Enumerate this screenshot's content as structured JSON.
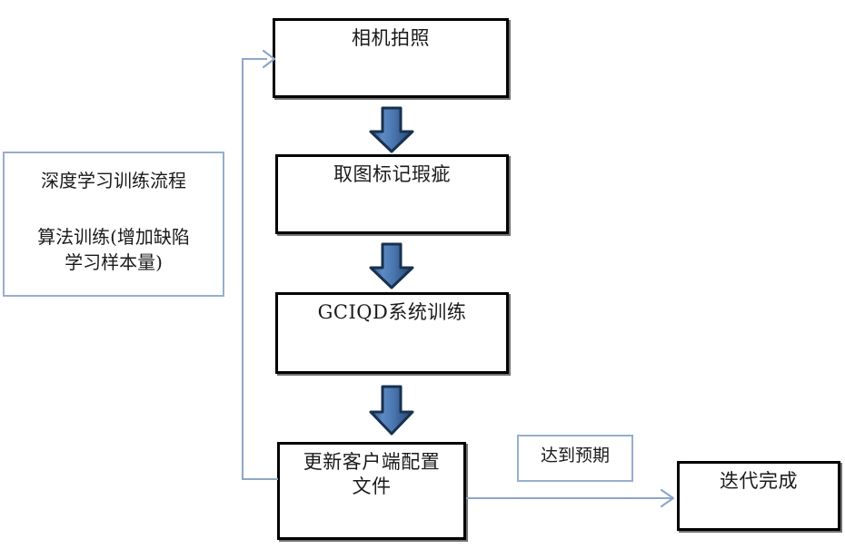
{
  "diagram": {
    "title_note": {
      "line1": "深度学习训练流程",
      "line2": "算法训练(增加缺陷\n学习样本量)"
    },
    "nodes": [
      {
        "id": "camera",
        "label": "相机拍照"
      },
      {
        "id": "annotate",
        "label": "取图标记瑕疵"
      },
      {
        "id": "train",
        "label": "GCIQD系统训练"
      },
      {
        "id": "update",
        "label": "更新客户端配置\n文件"
      },
      {
        "id": "done",
        "label": "迭代完成"
      }
    ],
    "edge_labels": [
      {
        "id": "expected",
        "label": "达到预期"
      }
    ],
    "colors": {
      "box_border": "#000000",
      "note_border": "#96aed0",
      "connector": "#8ea7c8",
      "arrow_fill_light": "#5a86c0",
      "arrow_fill_dark": "#2f5386",
      "arrow_outline": "#17314f",
      "text": "#1a1a1a"
    }
  }
}
